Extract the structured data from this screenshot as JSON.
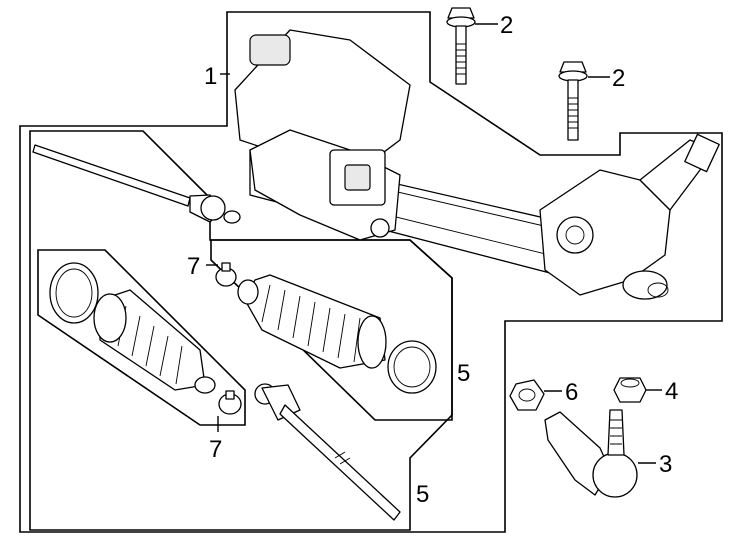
{
  "diagram": {
    "callouts": {
      "rack_gear": "1",
      "bolt_upper": "2",
      "bolt_lower": "2",
      "tie_rod_end": "3",
      "nut_tie_rod": "4",
      "boot_kit_right": "5",
      "inner_tie_rod_kit": "5",
      "nut_hex": "6",
      "clamp_upper": "7",
      "clamp_lower": "7"
    }
  }
}
